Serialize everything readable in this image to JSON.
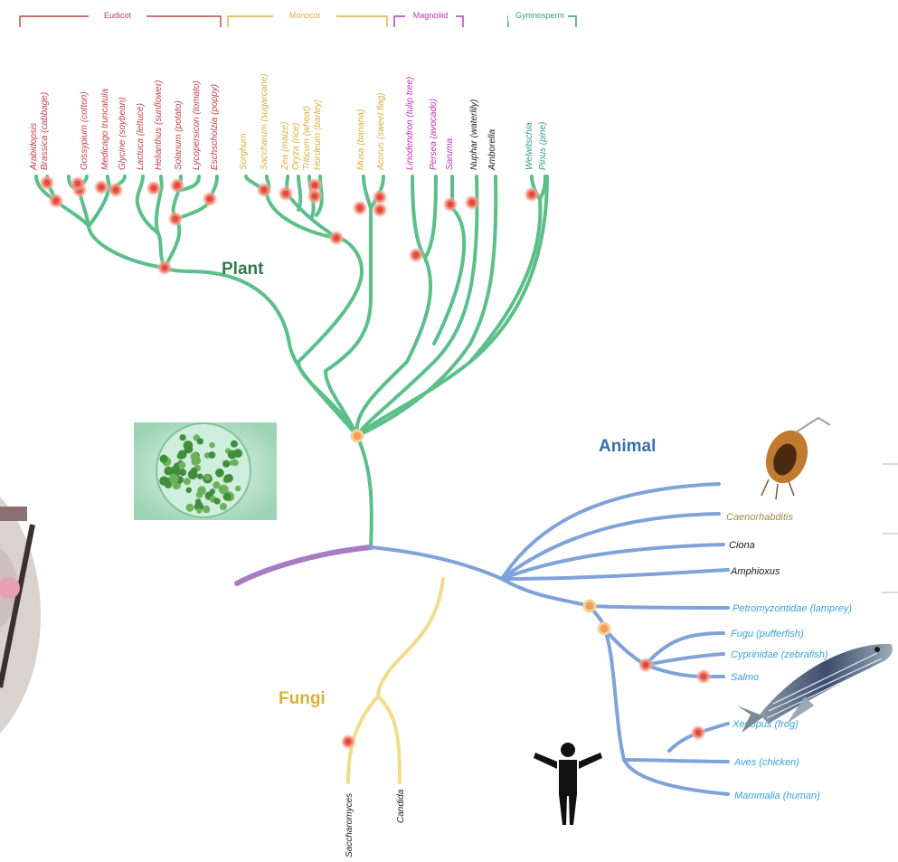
{
  "kingdoms": {
    "plant": "Plant",
    "animal": "Animal",
    "fungi": "Fungi"
  },
  "groups": {
    "eudicot": "Eudicot",
    "monocot": "Monocot",
    "magnoliid": "Magnoliid",
    "gymnosperm": "Gymnosperm"
  },
  "plant_taxa": [
    "Arabidopsis",
    "Brassica (cabbage)",
    "Gossypium (cotton)",
    "Medicago truncatula",
    "Glycine (soybean)",
    "Lactuca (lettuce)",
    "Helianthus (sunflower)",
    "Solanum (potato)",
    "Lycopersicon (tomato)",
    "Eschscholzia (poppy)",
    "Sorghum",
    "Saccharum (sugarcane)",
    "Zea (maize)",
    "Oryza (rice)",
    "Triticum (wheat)",
    "Hordeum (barley)",
    "Musa (banana)",
    "Acorus (sweet flag)",
    "Liriodendron (tulip tree)",
    "Persea (avocado)",
    "Saruma",
    "Nuphar (waterlily)",
    "Amborella",
    "Welwitschia",
    "Pinus (pine)"
  ],
  "animal_taxa": [
    "Caenorhabditis",
    "Ciona",
    "Amphioxus",
    "Petromyzontidae (lamprey)",
    "Fugu (pufferfish)",
    "Cyprinidae (zebrafish)",
    "Salmo",
    "Xenopus (frog)",
    "Aves (chicken)",
    "Mammalia (human)"
  ],
  "fungi_taxa": [
    "Saccharomyces",
    "Candida"
  ],
  "colors": {
    "plant_branch": "#5cbf8a",
    "animal_branch": "#7fa3d8",
    "fungi_branch": "#f0dc8a",
    "root_branch": "#a77bc4",
    "eudicot": "#c0404a",
    "monocot": "#d8b040",
    "magnoliid": "#c030b8",
    "gymnosperm": "#2f9a8a",
    "plant_title": "#2f7a4a",
    "animal_title": "#3a6ea8",
    "fungi_title": "#d6b43a",
    "wgd_marker": "#e85a4a",
    "ancestral_marker": "#f0a050"
  },
  "icons": [
    "algae-cell-image",
    "daphnia-image",
    "zebrafish-image",
    "human-figure-icon",
    "lab-photo-image"
  ]
}
